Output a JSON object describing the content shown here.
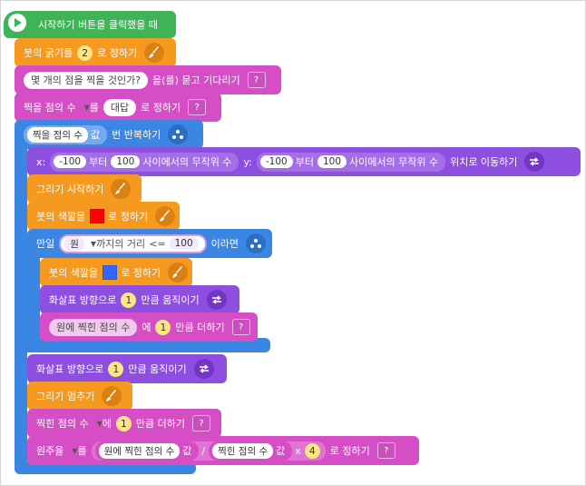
{
  "start_block": {
    "label": "시작하기 버튼을 클릭했을 때"
  },
  "blocks": {
    "thickness": {
      "label": "붓의 굵기를",
      "value": "2",
      "suffix": "로 정하기"
    },
    "ask": {
      "question": "몇 개의 점을 찍을 것인가?",
      "suffix": "을(를) 묻고 기다리기"
    },
    "set_points": {
      "var": "찍을 점의 수",
      "mid": "를",
      "value": "대답",
      "suffix": "로 정하기"
    },
    "repeat": {
      "var": "찍을 점의 수",
      "val_label": "값",
      "suffix": "번 반복하기"
    },
    "move": {
      "x_label": "x:",
      "x_from": "-100",
      "x_between": "부터",
      "x_to": "100",
      "x_tail": "사이에서의 무작위 수",
      "y_label": "y:",
      "y_from": "-100",
      "y_between": "부터",
      "y_to": "100",
      "y_tail": "사이에서의 무작위 수",
      "suffix": "위치로 이동하기"
    },
    "draw_start": {
      "label": "그리기 시작하기"
    },
    "color_red": {
      "label": "붓의 색깔을",
      "suffix": "로 정하기",
      "color": "#ff0000"
    },
    "if": {
      "prefix": "만일",
      "obj": "원",
      "dist": "까지의 거리",
      "op": "<=",
      "value": "100",
      "suffix": "이라면"
    },
    "color_blue": {
      "label": "붓의 색깔을",
      "suffix": "로 정하기",
      "color": "#3366ff"
    },
    "move_inner": {
      "label": "화살표 방향으로",
      "value": "1",
      "suffix": "만큼 움직이기"
    },
    "add_circle": {
      "var": "원에 찍힌 점의 수",
      "mid": "에",
      "value": "1",
      "suffix": "만큼 더하기"
    },
    "move_outer": {
      "label": "화살표 방향으로",
      "value": "1",
      "suffix": "만큼 움직이기"
    },
    "draw_stop": {
      "label": "그리기 멈추기"
    },
    "add_points": {
      "var": "찍힌 점의 수",
      "mid": "에",
      "value": "1",
      "suffix": "만큼 더하기"
    },
    "set_pi": {
      "var": "원주율",
      "mid": "를",
      "a_var": "원에 찍힌 점의 수",
      "a_val": "값",
      "div": "/",
      "b_var": "찍힌 점의 수",
      "b_val": "값",
      "mul": "x",
      "mul_val": "4",
      "suffix": "로 정하기"
    }
  },
  "icons": {
    "brush": "brush-icon",
    "question": "question-icon",
    "move": "move-icon",
    "repeat": "repeat-icon",
    "play": "play-icon"
  },
  "colors": {
    "green": "#3fb457",
    "orange": "#f59a1e",
    "pink": "#d64ec6",
    "purple": "#8e4ee0",
    "blue": "#3b86e3"
  }
}
